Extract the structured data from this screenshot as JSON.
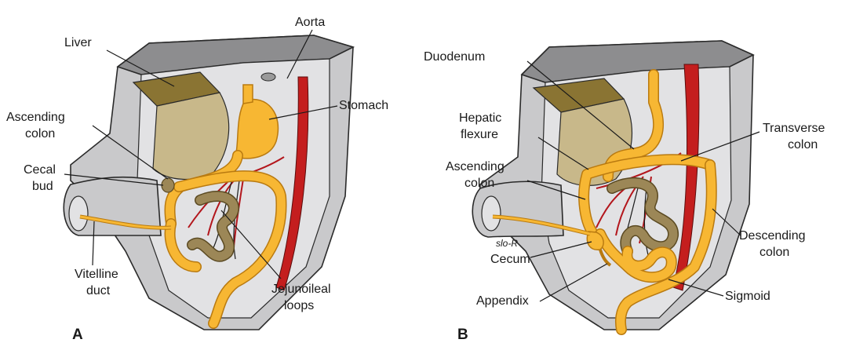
{
  "panel_a": {
    "letter": "A",
    "labels": {
      "liver": "Liver",
      "aorta": "Aorta",
      "stomach": "Stomach",
      "ascending_colon_1": "Ascending",
      "ascending_colon_2": "colon",
      "cecal_bud_1": "Cecal",
      "cecal_bud_2": "bud",
      "vitelline_duct_1": "Vitelline",
      "vitelline_duct_2": "duct",
      "jejunoileal_loops_1": "Jejunoileal",
      "jejunoileal_loops_2": "loops"
    }
  },
  "panel_b": {
    "letter": "B",
    "signature": "slo-R",
    "labels": {
      "duodenum": "Duodenum",
      "hepatic_flexure_1": "Hepatic",
      "hepatic_flexure_2": "flexure",
      "ascending_colon_1": "Ascending",
      "ascending_colon_2": "colon",
      "transverse_colon_1": "Transverse",
      "transverse_colon_2": "colon",
      "descending_colon_1": "Descending",
      "descending_colon_2": "colon",
      "cecum": "Cecum",
      "appendix": "Appendix",
      "sigmoid": "Sigmoid"
    }
  },
  "colors": {
    "body_wall": "#c9c9cb",
    "liver": "#8a7433",
    "gut": "#f7b733",
    "aorta": "#c41e1e"
  }
}
